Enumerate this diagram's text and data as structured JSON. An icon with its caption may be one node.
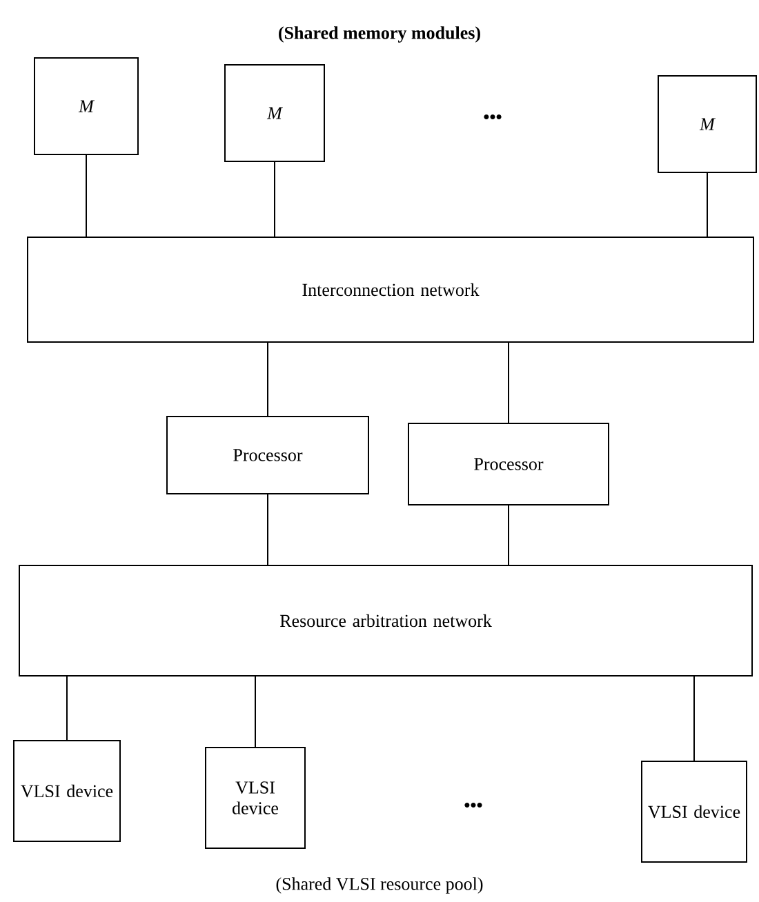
{
  "diagram": {
    "title": "(Shared memory modules)",
    "caption": "(Shared VLSI resource pool)",
    "nodes": [
      {
        "text": [
          "M"
        ]
      },
      {
        "text": [
          "M"
        ]
      },
      {
        "text": [
          "M"
        ]
      },
      {
        "text": [
          "Interconnection network"
        ]
      },
      {
        "text": [
          "Processor"
        ]
      },
      {
        "text": [
          "Processor"
        ]
      },
      {
        "text": [
          "Resource arbitration network"
        ]
      },
      {
        "text": [
          "VLSI device"
        ]
      },
      {
        "text": [
          "VLSI device"
        ]
      },
      {
        "text": [
          "VLSI device"
        ]
      }
    ],
    "edges": [
      {
        "from": 0,
        "to": 3,
        "arrow": "none"
      },
      {
        "from": 1,
        "to": 3,
        "arrow": "none"
      },
      {
        "from": 2,
        "to": 3,
        "arrow": "none"
      },
      {
        "from": 3,
        "to": 4,
        "arrow": "none"
      },
      {
        "from": 3,
        "to": 5,
        "arrow": "none"
      },
      {
        "from": 4,
        "to": 6,
        "arrow": "none"
      },
      {
        "from": 5,
        "to": 6,
        "arrow": "none"
      },
      {
        "from": 6,
        "to": 7,
        "arrow": "none"
      },
      {
        "from": 6,
        "to": 8,
        "arrow": "none"
      },
      {
        "from": 6,
        "to": 9,
        "arrow": "none"
      }
    ],
    "labels": [
      "•••",
      "•••"
    ]
  }
}
